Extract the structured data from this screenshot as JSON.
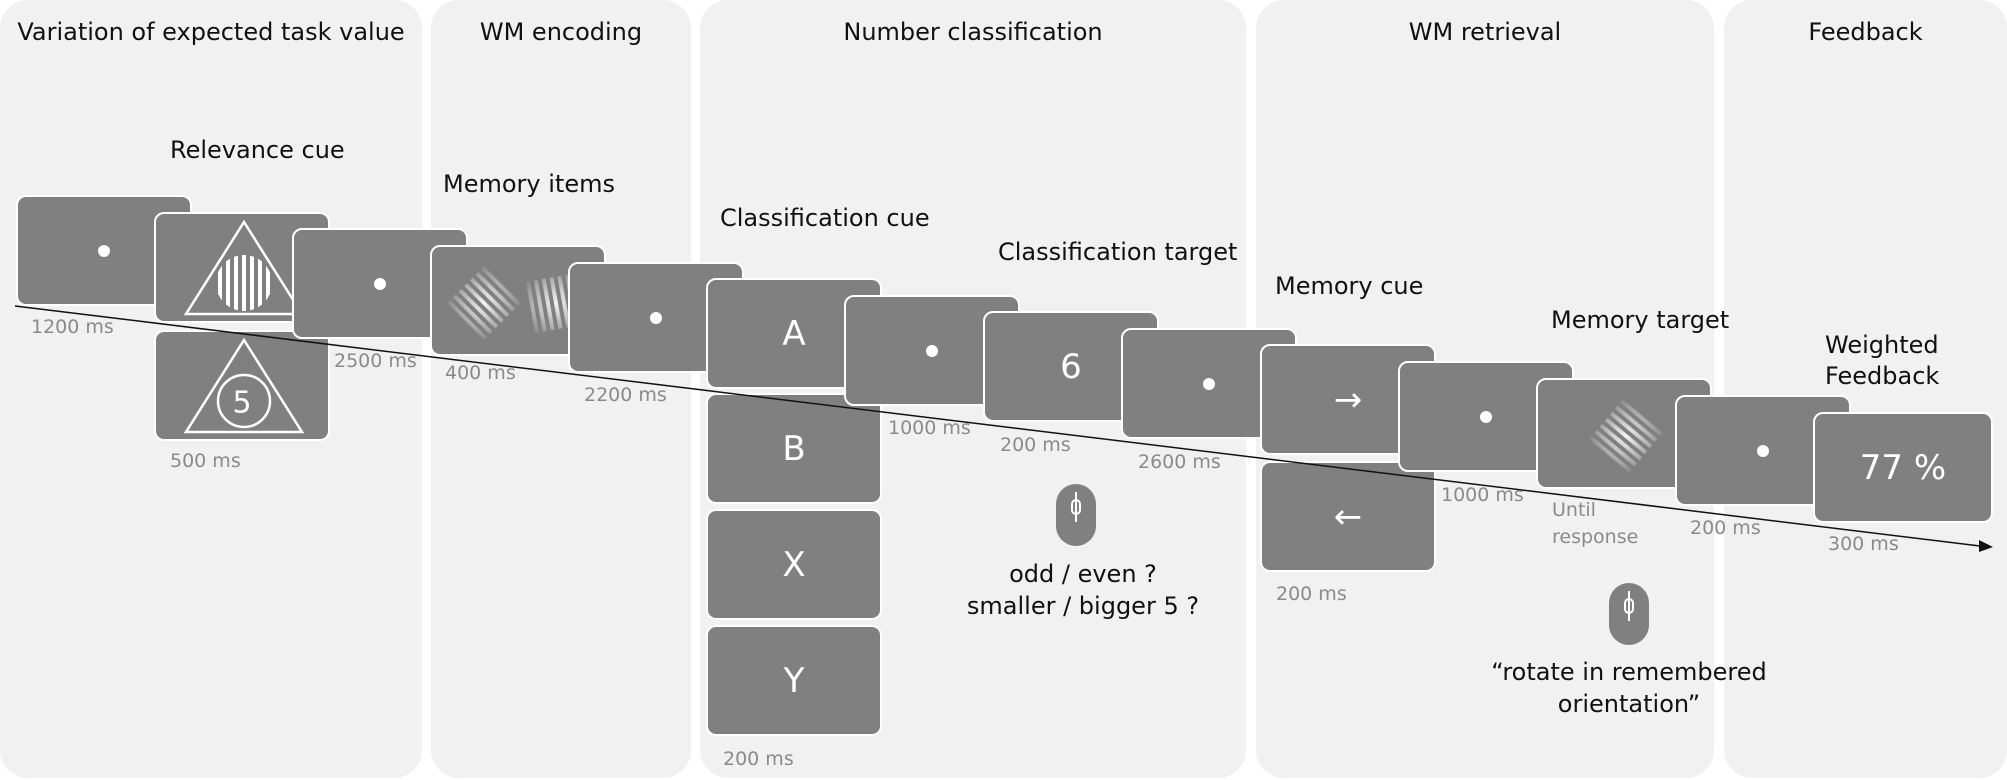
{
  "panels": [
    {
      "title": "Variation of expected task value"
    },
    {
      "title": "WM encoding"
    },
    {
      "title": "Number classification"
    },
    {
      "title": "WM retrieval"
    },
    {
      "title": "Feedback"
    }
  ],
  "labels": {
    "relevance_cue": "Relevance cue",
    "memory_items": "Memory items",
    "classification_cue": "Classification cue",
    "classification_target": "Classification target",
    "memory_cue": "Memory cue",
    "memory_target": "Memory target",
    "weighted_feedback_1": "Weighted",
    "weighted_feedback_2": "Feedback"
  },
  "screens": {
    "classification_letters": [
      "A",
      "B",
      "X",
      "Y"
    ],
    "target_number": "6",
    "relevance_number": "5",
    "arrow_right": "→",
    "arrow_left": "←",
    "feedback_value": "77 %"
  },
  "durations": {
    "fixation_1": "1200 ms",
    "relevance_cue": "500 ms",
    "fixation_2": "2500 ms",
    "memory_items": "400 ms",
    "fixation_3": "2200 ms",
    "classification_cue": "200 ms",
    "fixation_4": "1000 ms",
    "classification_target": "200 ms",
    "fixation_5": "2600 ms",
    "memory_cue": "200 ms",
    "fixation_6": "1000 ms",
    "memory_target_1": "Until",
    "memory_target_2": "response",
    "fixation_7": "200 ms",
    "feedback": "300 ms"
  },
  "notes": {
    "classification_q1": "odd / even ?",
    "classification_q2": "smaller / bigger 5 ?",
    "retrieval_q1": "“rotate in remembered",
    "retrieval_q2": "orientation”"
  },
  "icons": [
    "mouse-icon",
    "fixation-dot",
    "grating-icon",
    "triangle-icon",
    "arrow-icon"
  ]
}
